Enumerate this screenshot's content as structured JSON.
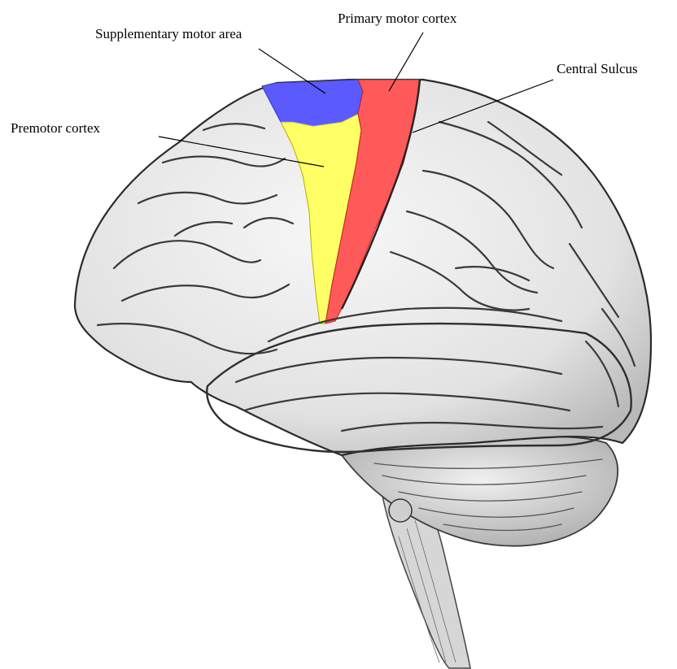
{
  "figure": {
    "labels": {
      "supplementary_motor_area": "Supplementary motor area",
      "primary_motor_cortex": "Primary motor cortex",
      "central_sulcus": "Central Sulcus",
      "premotor_cortex": "Premotor cortex"
    },
    "region_colors": {
      "supplementary_motor_area": "#5a5aff",
      "primary_motor_cortex": "#ff5a5a",
      "premotor_cortex": "#ffff66"
    }
  }
}
